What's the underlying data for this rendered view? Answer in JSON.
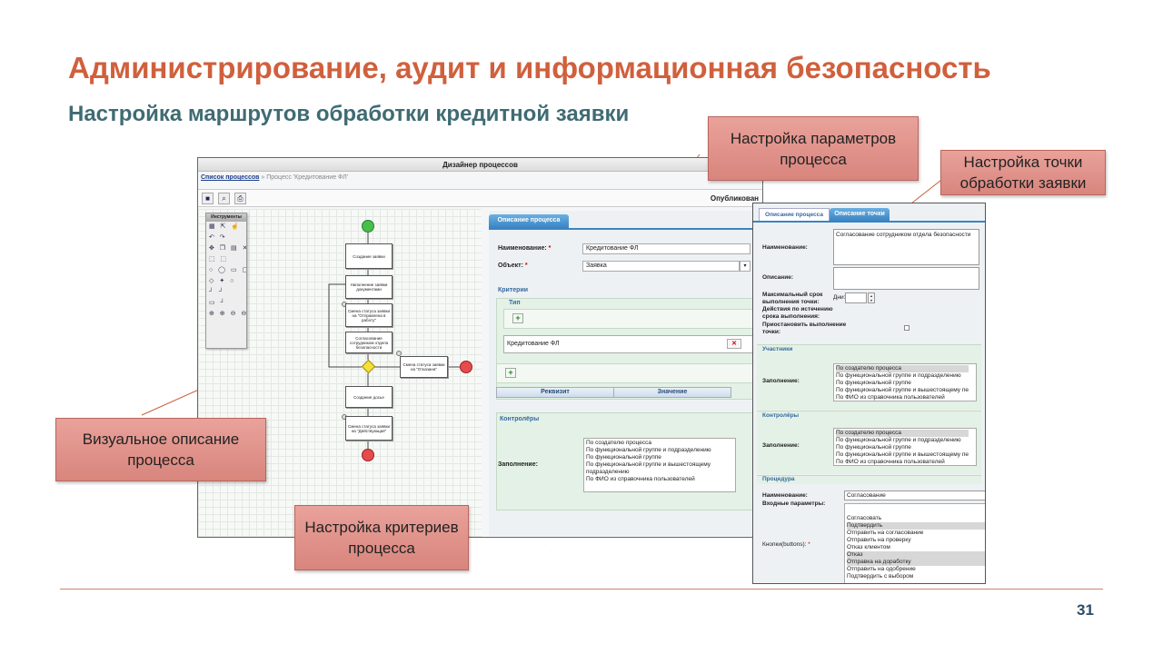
{
  "slide": {
    "title": "Администрирование, аудит и информационная безопасность",
    "subtitle": "Настройка маршрутов обработки кредитной заявки",
    "page_number": "31"
  },
  "callouts": {
    "params": "Настройка параметров процесса",
    "point": "Настройка точки обработки заявки",
    "visual": "Визуальное описание процесса",
    "criteria": "Настройка критериев процесса"
  },
  "designer": {
    "window_title": "Дизайнер процессов",
    "breadcrumb_link": "Список процессов",
    "breadcrumb_current": "» Процесс 'Кредитование ФЛ'",
    "status": "Опубликован",
    "toolbar_icons": [
      "save-icon",
      "search-icon",
      "print-icon"
    ],
    "tools_panel": {
      "header": "Инструменты",
      "rows": [
        "▦ ⇱ ☝",
        "↶ ↷",
        "✥ ❐ ▤ ✕",
        "⬚ ⬚",
        "○ ◯ ▭ ▢",
        "◇ ✦ ○",
        "┘ ┘",
        "▭ ┘",
        "⊕ ⊕ ⊖ ⊖"
      ]
    },
    "flow": {
      "boxes": [
        "Создание заявки",
        "Наполнение заявки документами",
        "Смена статуса заявки на \"Отправлена в работу\"",
        "Согласование сотрудником отдела безопасности",
        "Смена статуса заявки на \"Отказана\"",
        "Создание досье",
        "Смена статуса заявки на \"Действующая\""
      ]
    },
    "props": {
      "tab": "Описание процесса",
      "name_label": "Наименование:",
      "name_value": "Кредитование ФЛ",
      "object_label": "Объект:",
      "object_value": "Заявка",
      "required_mark": "*",
      "criteria_head": "Критерии",
      "type_head": "Тип",
      "plus": "+",
      "criteria_item": "Кредитование ФЛ",
      "delete": "✕",
      "grid_col_requisite": "Реквизит",
      "grid_col_value": "Значение",
      "controllers_head": "Контролёры",
      "fill_label": "Заполнение:",
      "fill_options": [
        "По создателю процесса",
        "По функциональной группе и подразделению",
        "По функциональной группе",
        "По функциональной группе и вышестоящему подразделению",
        "По ФИО из справочника пользователей"
      ]
    }
  },
  "point": {
    "tab_process": "Описание процесса",
    "tab_point": "Описание точки",
    "name_label": "Наименование:",
    "name_value": "Согласование сотрудником отдела безопасности",
    "desc_label": "Описание:",
    "max_term_label": "Максимальный срок выполнения точки:",
    "days_label": "Дни:",
    "expire_actions_label": "Действия по истечению срока выполнения:",
    "pause_label": "Приостановить выполнение точки:",
    "participants_head": "Участники",
    "fill_label": "Заполнение:",
    "participants_options": [
      "По создателю процесса",
      "По функциональной группе и подразделению",
      "По функциональной группе",
      "По функциональной группе и вышестоящему пе",
      "По ФИО из справочника пользователей"
    ],
    "controllers_head": "Контролёры",
    "controllers_options": [
      "По создателю процесса",
      "По функциональной группе и подразделению",
      "По функциональной группе",
      "По функциональной группе и вышестоящему пе",
      "По ФИО из справочника пользователей"
    ],
    "procedure_head": "Процедура",
    "proc_name_label": "Наименование:",
    "proc_name_value": "Согласование",
    "input_params_label": "Входные параметры:",
    "buttons_label": "Кнопки(buttons):",
    "buttons_options": [
      "Согласовать",
      "Подтвердить",
      "Отправить на согласование",
      "Отправить на проверку",
      "Отказ клиентом",
      "Отказ",
      "Отправка на доработку",
      "Отправить на одобрение",
      "Подтвердить с выбором"
    ]
  }
}
